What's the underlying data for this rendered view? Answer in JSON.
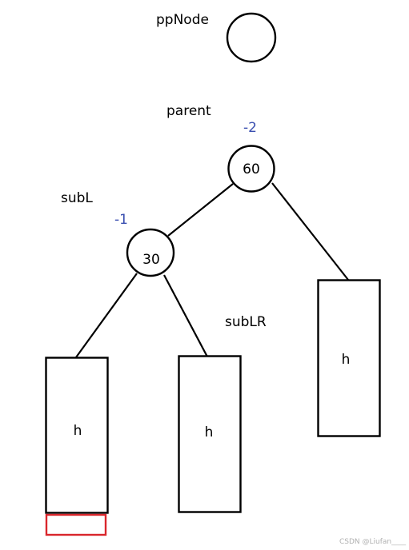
{
  "colors": {
    "stroke": "#000000",
    "balance_factor": "#3a4fb0",
    "highlight_box": "#d9262c",
    "watermark": "#b0b0b0"
  },
  "labels": {
    "ppnode": "ppNode",
    "parent": "parent",
    "subl": "subL",
    "sublr": "subLR"
  },
  "nodes": {
    "parent_value": "60",
    "subl_value": "30"
  },
  "balance_factors": {
    "parent": "-2",
    "subl": "-1"
  },
  "subtrees": {
    "left": "h",
    "middle": "h",
    "right": "h"
  },
  "watermark": "CSDN @Liufan____"
}
